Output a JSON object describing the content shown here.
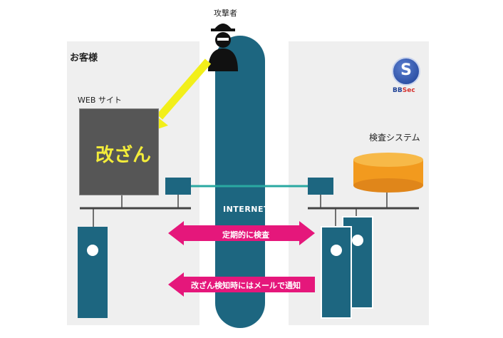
{
  "labels": {
    "attacker": "攻撃者",
    "customer": "お客様",
    "website": "WEB サイト",
    "defaced": "改ざん",
    "inspection_system": "検査システム",
    "internet": "INTERNET",
    "periodic_check": "定期的に検査",
    "notify": "改ざん検知時にはメールで通知",
    "logo_mark": "S",
    "logo_text_main": "BB",
    "logo_text_accent": "Sec"
  },
  "colors": {
    "internet_pipe": "#1d6680",
    "node_box": "#1d6680",
    "link_line": "#2aa9a2",
    "arrow": "#e5177b",
    "attack_arrow": "#f2ef1a",
    "database": "#f29a1e",
    "panel": "#efefef"
  },
  "icons": {
    "attacker": "hacker-icon",
    "database": "database-icon",
    "logo": "bbsec-logo-icon"
  }
}
